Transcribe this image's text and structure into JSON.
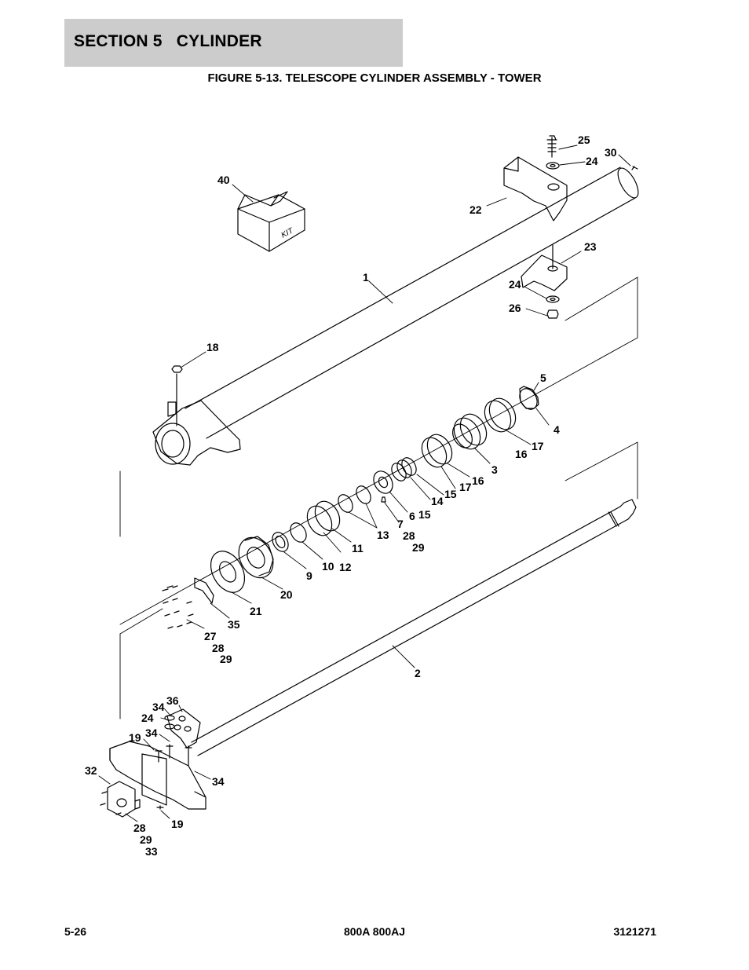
{
  "header": {
    "section_title": "SECTION 5   CYLINDER",
    "figure_title": "FIGURE 5-13. TELESCOPE CYLINDER ASSEMBLY - TOWER"
  },
  "diagram": {
    "kit_label": "KIT",
    "callouts": [
      "25",
      "30",
      "24",
      "40",
      "22",
      "23",
      "1",
      "24",
      "26",
      "18",
      "5",
      "4",
      "17",
      "16",
      "3",
      "16",
      "17",
      "15",
      "14",
      "6",
      "15",
      "7",
      "28",
      "29",
      "13",
      "11",
      "12",
      "10",
      "9",
      "20",
      "21",
      "35",
      "27",
      "28",
      "29",
      "2",
      "34",
      "36",
      "24",
      "34",
      "19",
      "32",
      "34",
      "19",
      "28",
      "29",
      "33"
    ]
  },
  "footer": {
    "page_number": "5-26",
    "model": "800A 800AJ",
    "doc_number": "3121271"
  }
}
